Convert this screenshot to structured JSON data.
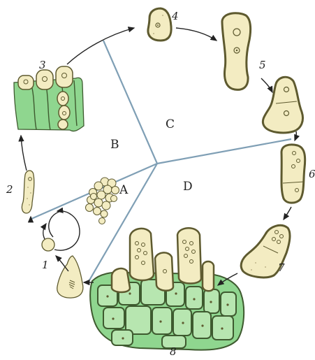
{
  "stage_labels": [
    "1",
    "2",
    "3",
    "4",
    "5",
    "6",
    "7",
    "8"
  ],
  "zone_labels": [
    "A",
    "B",
    "C",
    "D"
  ],
  "colors": {
    "cell_fill": "#f3ecc2",
    "cell_border": "#5e5a2f",
    "tissue_green": "#8fd68f",
    "tissue_green_light": "#b7e6b0",
    "divider_line": "#7f9fb5",
    "arrow": "#222222",
    "dot": "#bfb58a"
  }
}
